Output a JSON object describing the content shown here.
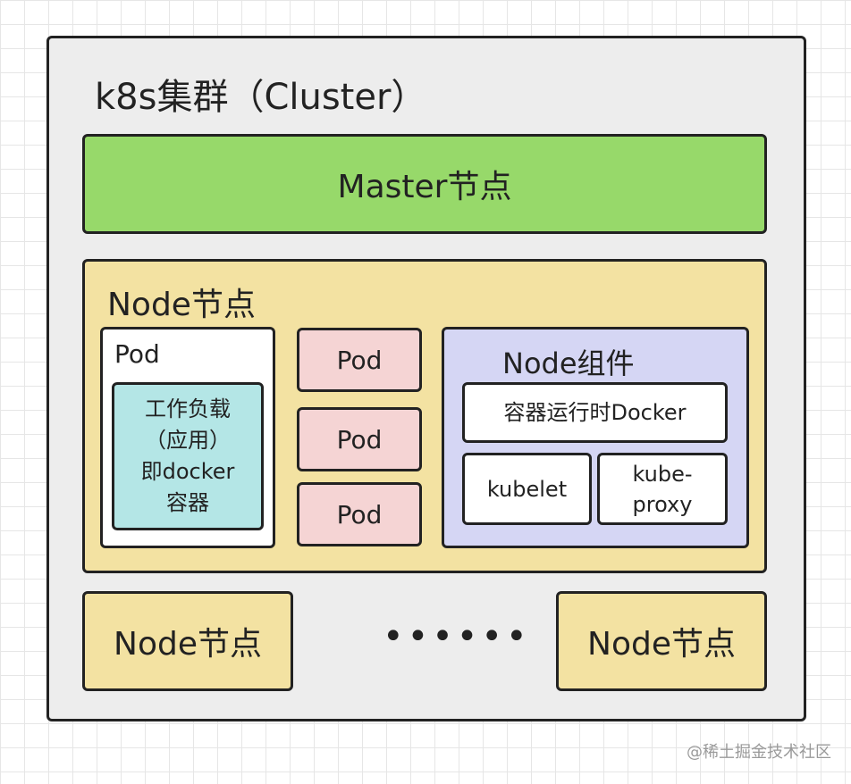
{
  "cluster": {
    "title": "k8s集群（Cluster）"
  },
  "master": {
    "label": "Master节点"
  },
  "node_main": {
    "title": "Node节点",
    "pod": {
      "label": "Pod",
      "workload_lines": [
        "工作负载",
        "（应用）",
        "即docker",
        "容器"
      ]
    },
    "pods": [
      "Pod",
      "Pod",
      "Pod"
    ],
    "components": {
      "title": "Node组件",
      "runtime": "容器运行时Docker",
      "kubelet": "kubelet",
      "kube_proxy_lines": [
        "kube-",
        "proxy"
      ]
    }
  },
  "other_nodes": {
    "left": "Node节点",
    "ellipsis": "••••••",
    "right": "Node节点"
  },
  "watermark": "@稀土掘金技术社区",
  "colors": {
    "cluster_bg": "#ededed",
    "master_bg": "#97d96a",
    "node_bg": "#f3e2a2",
    "pod_bg": "#f5d4d4",
    "workload_bg": "#b4e6e6",
    "components_bg": "#d5d6f4",
    "border": "#222222"
  }
}
